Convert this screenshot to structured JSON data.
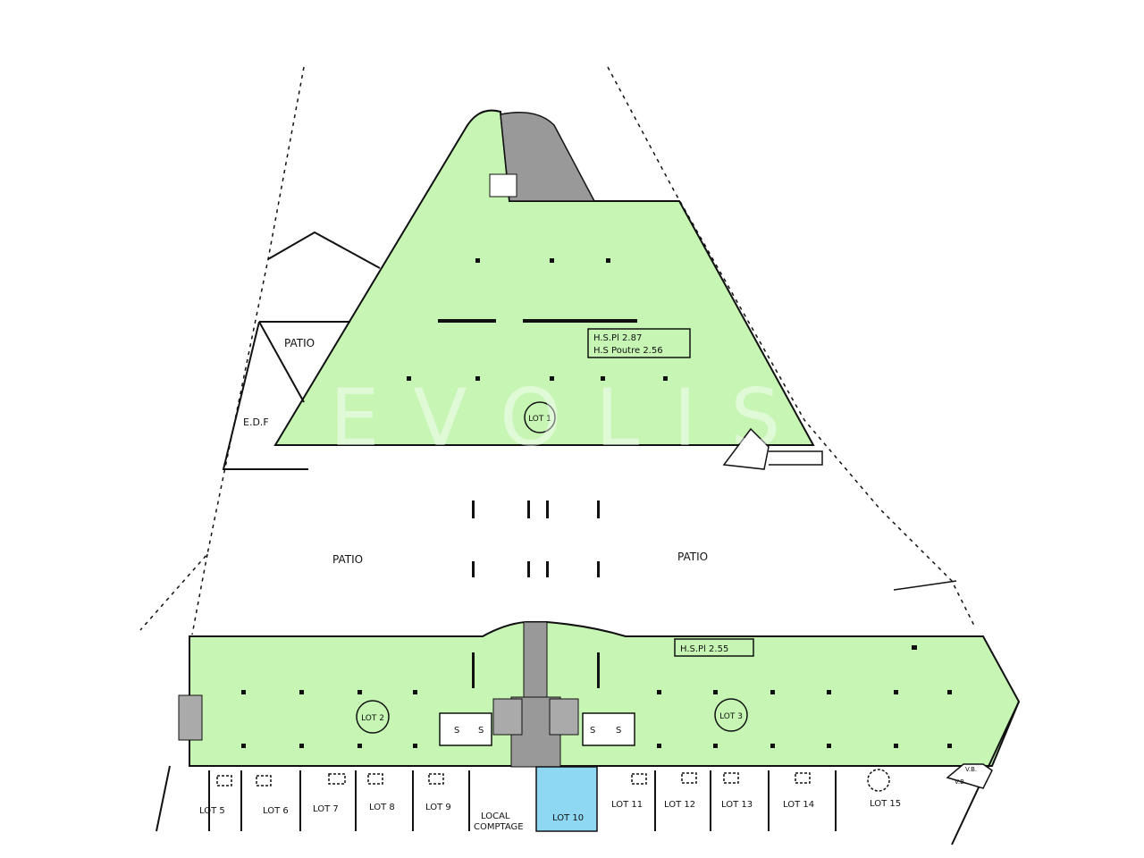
{
  "colors": {
    "available": "#c6f5b4",
    "highlight": "#8fd8f4",
    "lines": "#111111"
  },
  "watermark": "EVOLIS",
  "labels": {
    "patio_top": "PATIO",
    "edf": "E.D.F",
    "patio_left": "PATIO",
    "patio_right": "PATIO",
    "lot1": "LOT 1",
    "lot2": "LOT 2",
    "lot3": "LOT 3",
    "hs_top_1": "H.S.Pl  2.87",
    "hs_top_2": "H.S Poutre  2.56",
    "hs_bottom": "H.S.Pl  2.55",
    "sanitary": [
      "S",
      "S",
      "S",
      "S"
    ],
    "vb": [
      "V.B.",
      "V.B."
    ]
  },
  "bottom_lots": [
    "LOT 5",
    "LOT 6",
    "LOT 7",
    "LOT 8",
    "LOT 9",
    "LOCAL",
    "COMPTAGE",
    "LOT 10",
    "LOT 11",
    "LOT 12",
    "LOT 13",
    "LOT 14",
    "LOT 15"
  ]
}
